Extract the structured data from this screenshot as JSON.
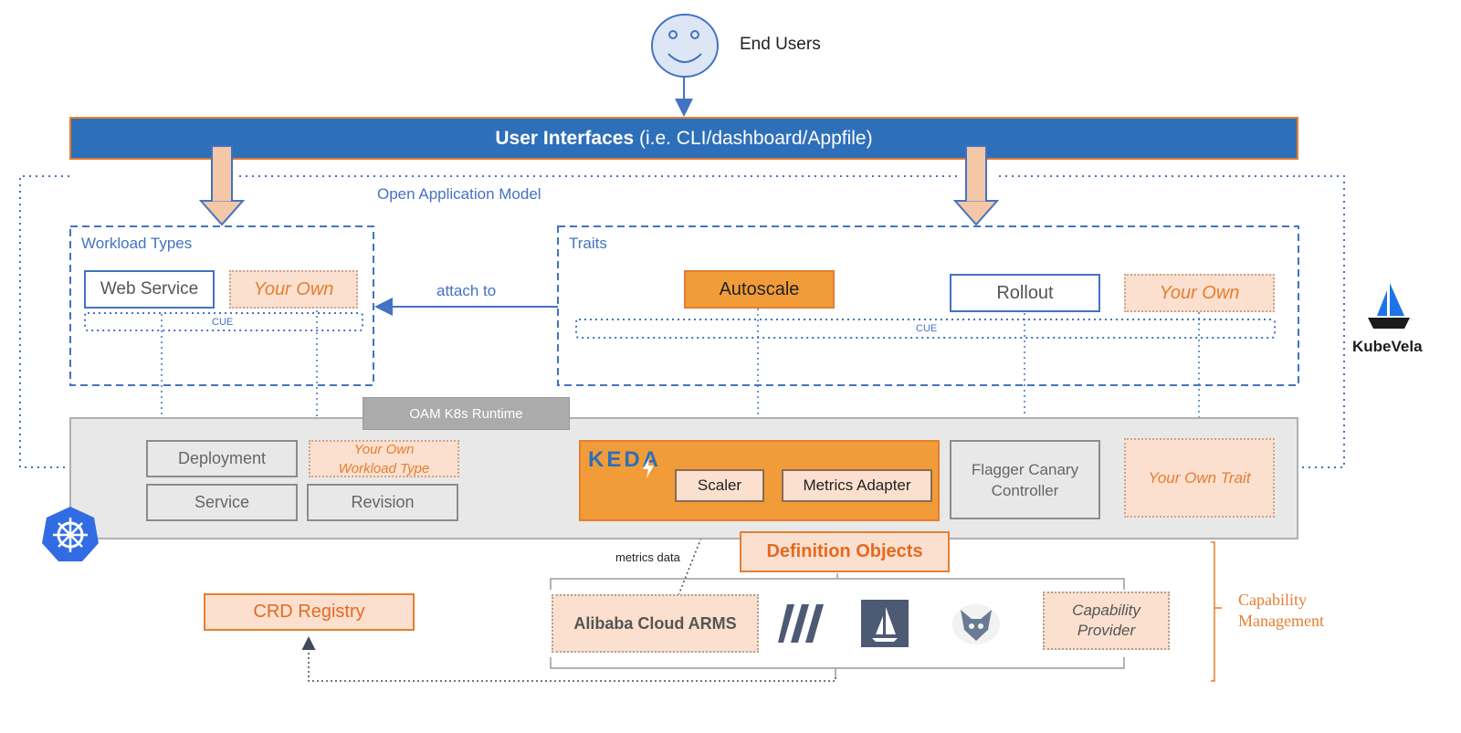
{
  "end_users": {
    "label": "End Users"
  },
  "user_interfaces": {
    "bold": "User Interfaces",
    "rest": " (i.e. CLI/dashboard/Appfile)"
  },
  "oam": {
    "label": "Open Application Model"
  },
  "workload_types": {
    "title": "Workload Types",
    "web_service": "Web Service",
    "your_own": "Your Own",
    "cue": "CUE"
  },
  "attach_to": "attach to",
  "traits": {
    "title": "Traits",
    "autoscale": "Autoscale",
    "rollout": "Rollout",
    "your_own": "Your Own",
    "cue": "CUE"
  },
  "kubevela": {
    "label": "KubeVela"
  },
  "runtime": {
    "tab": "OAM K8s Runtime",
    "deployment": "Deployment",
    "service": "Service",
    "revision": "Revision",
    "your_own_workload_line1": "Your Own",
    "your_own_workload_line2": "Workload Type",
    "keda_logo": "KEDA",
    "scaler": "Scaler",
    "metrics_adapter": "Metrics Adapter",
    "flagger_line1": "Flagger Canary",
    "flagger_line2": "Controller",
    "your_own_trait": "Your Own Trait"
  },
  "definition_objects": "Definition Objects",
  "metrics_data": "metrics data",
  "crd_registry": "CRD Registry",
  "providers": {
    "alibaba": "Alibaba Cloud ARMS",
    "capability_line1": "Capability",
    "capability_line2": "Provider"
  },
  "capability_management": {
    "line1": "Capability",
    "line2": "Management"
  },
  "colors": {
    "blue": "#4472c4",
    "banner": "#2e6fba",
    "orange": "#f19c38",
    "peach": "#fbe0cf",
    "gray": "#e8e8e8"
  }
}
